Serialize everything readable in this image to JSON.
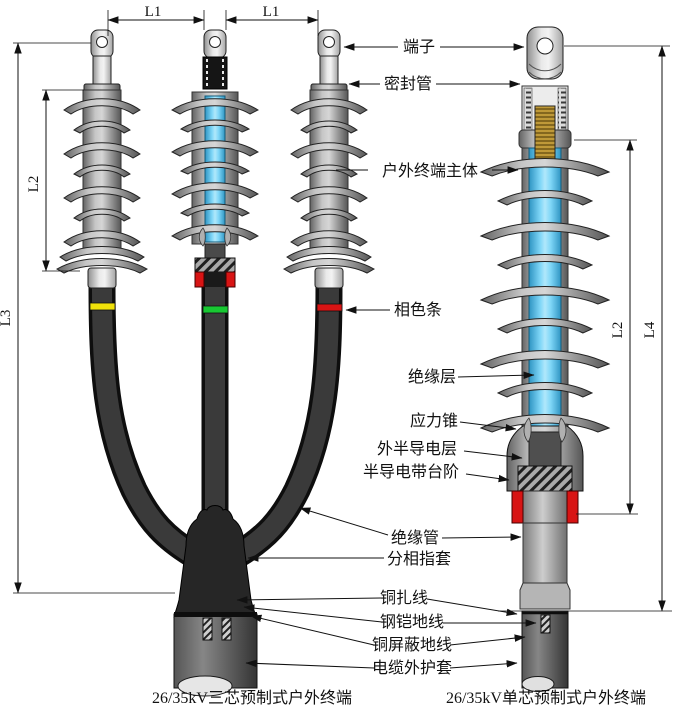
{
  "diagram": {
    "dim": {
      "l1a": "L1",
      "l1b": "L1",
      "l2_left": "L2",
      "l3": "L3",
      "l2_right": "L2",
      "l4": "L4"
    },
    "labels": {
      "terminal": "端子",
      "sealing_tube": "密封管",
      "outdoor_terminal_body": "户外终端主体",
      "phase_color_strip": "相色条",
      "insulation_layer": "绝缘层",
      "stress_cone": "应力锥",
      "outer_semiconductive_layer": "外半导电层",
      "semiconductive_tape_step": "半导电带台阶",
      "insulation_tube": "绝缘管",
      "phase_breakout_boot": "分相指套",
      "copper_binding_wire": "铜扎线",
      "steel_armour_earth_wire": "钢铠地线",
      "copper_shield_earth_wire": "铜屏蔽地线",
      "cable_outer_sheath": "电缆外护套"
    },
    "captions": {
      "three_core": "26/35kV三芯预制式户外终端",
      "single_core": "26/35kV单芯预制式户外终端"
    },
    "colors": {
      "insulation_blue": "#6fd0f4",
      "phase_yellow": "#f0e10a",
      "phase_green": "#18c832",
      "phase_red": "#d81414",
      "body_gray": "#b4b4b4",
      "cable_black": "#2e2e2e",
      "conductor_copper": "#a5832f"
    }
  }
}
